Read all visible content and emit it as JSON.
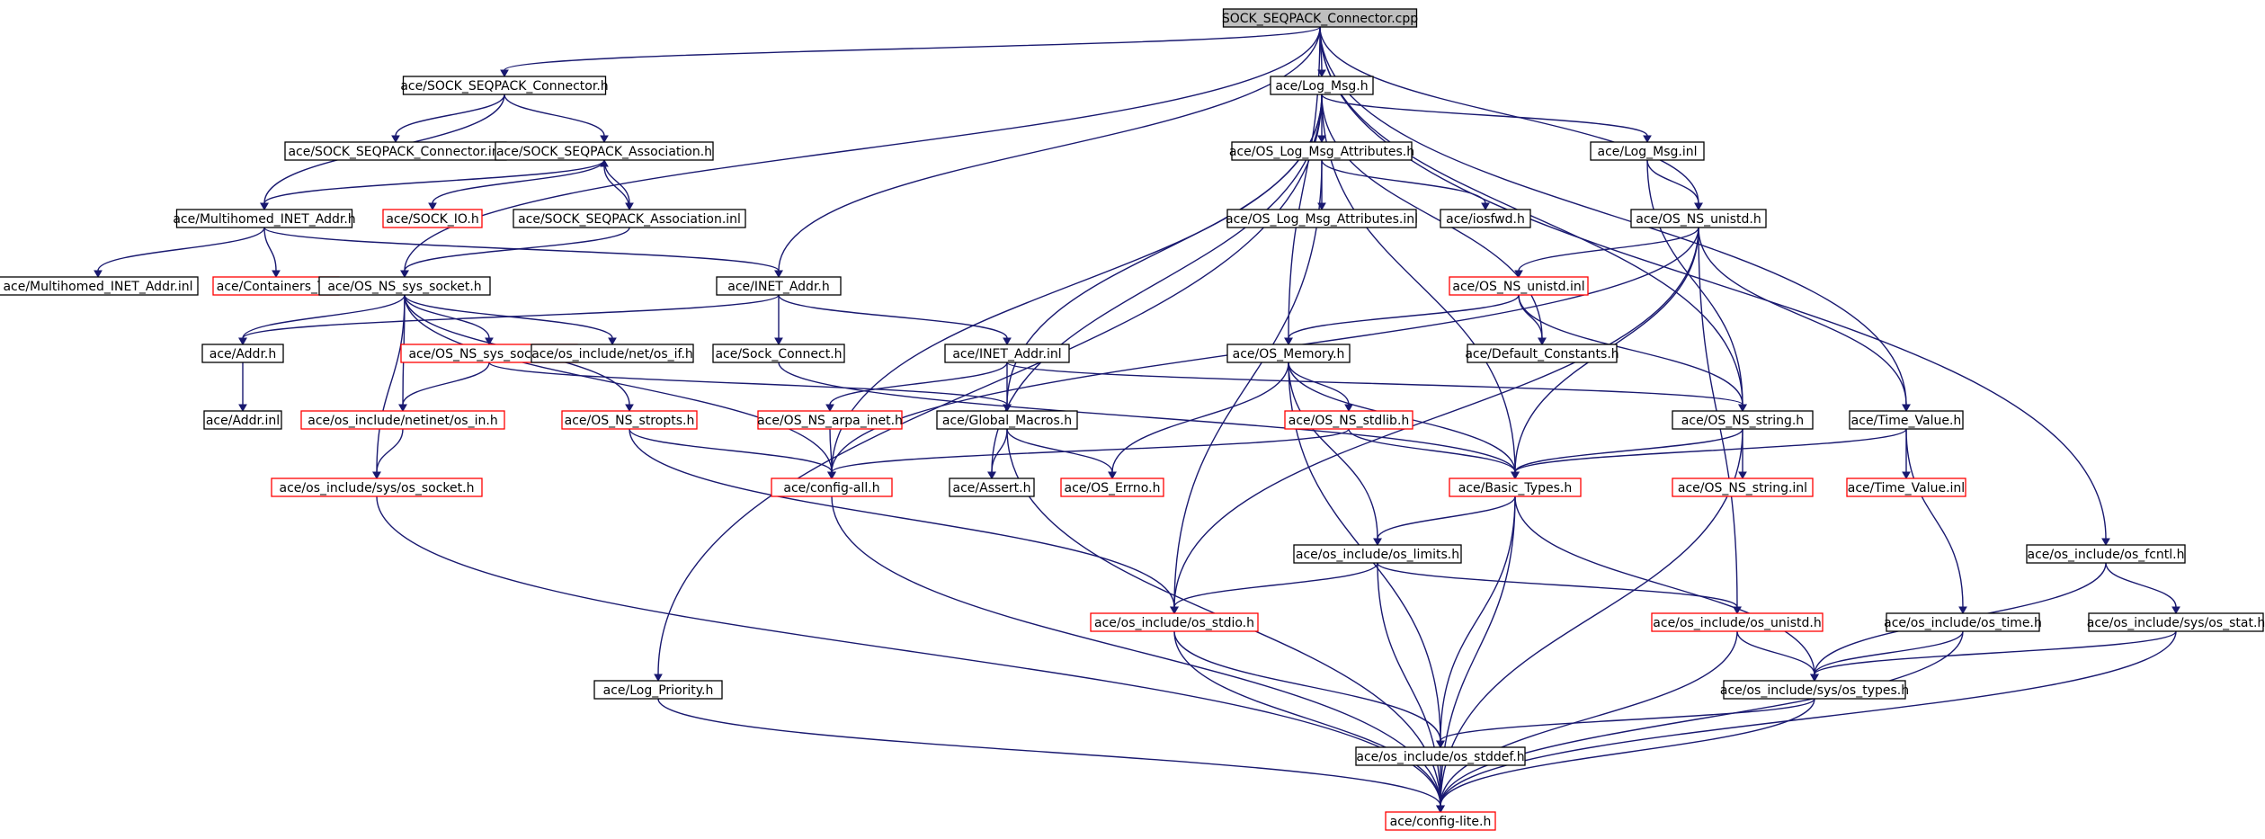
{
  "diagram": {
    "colors": {
      "root_fill": "#bfbfbf",
      "documented_border": "#000000",
      "undocumented_border": "#ff0000",
      "node_fill": "#ffffff",
      "edge": "#191970"
    },
    "nodes": [
      {
        "id": "n0",
        "label": "SOCK_SEQPACK_Connector.cpp",
        "style": "root"
      },
      {
        "id": "n1",
        "label": "ace/SOCK_SEQPACK_Connector.h",
        "style": "normal"
      },
      {
        "id": "n2",
        "label": "ace/SOCK_SEQPACK_Connector.inl",
        "style": "normal"
      },
      {
        "id": "n3",
        "label": "ace/SOCK_SEQPACK_Association.h",
        "style": "normal"
      },
      {
        "id": "n4",
        "label": "ace/Multihomed_INET_Addr.h",
        "style": "normal"
      },
      {
        "id": "n5",
        "label": "ace/SOCK_IO.h",
        "style": "red"
      },
      {
        "id": "n6",
        "label": "ace/SOCK_SEQPACK_Association.inl",
        "style": "normal"
      },
      {
        "id": "n7",
        "label": "ace/Multihomed_INET_Addr.inl",
        "style": "normal"
      },
      {
        "id": "n8",
        "label": "ace/Containers_T.h",
        "style": "red"
      },
      {
        "id": "n9",
        "label": "ace/OS_NS_sys_socket.h",
        "style": "normal"
      },
      {
        "id": "n10",
        "label": "ace/INET_Addr.h",
        "style": "normal"
      },
      {
        "id": "n11",
        "label": "ace/Addr.h",
        "style": "normal"
      },
      {
        "id": "n12",
        "label": "ace/OS_NS_sys_socket.inl",
        "style": "red"
      },
      {
        "id": "n13",
        "label": "ace/os_include/net/os_if.h",
        "style": "normal"
      },
      {
        "id": "n14",
        "label": "ace/Sock_Connect.h",
        "style": "normal"
      },
      {
        "id": "n15",
        "label": "ace/INET_Addr.inl",
        "style": "normal"
      },
      {
        "id": "n16",
        "label": "ace/Addr.inl",
        "style": "normal"
      },
      {
        "id": "n17",
        "label": "ace/os_include/netinet/os_in.h",
        "style": "red"
      },
      {
        "id": "n18",
        "label": "ace/OS_NS_stropts.h",
        "style": "red"
      },
      {
        "id": "n19",
        "label": "ace/OS_NS_arpa_inet.h",
        "style": "red"
      },
      {
        "id": "n20",
        "label": "ace/Global_Macros.h",
        "style": "normal"
      },
      {
        "id": "n21",
        "label": "ace/os_include/sys/os_socket.h",
        "style": "red"
      },
      {
        "id": "n22",
        "label": "ace/config-all.h",
        "style": "red"
      },
      {
        "id": "n23",
        "label": "ace/Assert.h",
        "style": "normal"
      },
      {
        "id": "n24",
        "label": "ace/OS_Errno.h",
        "style": "red"
      },
      {
        "id": "n25",
        "label": "ace/Log_Msg.h",
        "style": "normal"
      },
      {
        "id": "n26",
        "label": "ace/OS_Log_Msg_Attributes.h",
        "style": "normal"
      },
      {
        "id": "n27",
        "label": "ace/Log_Msg.inl",
        "style": "normal"
      },
      {
        "id": "n28",
        "label": "ace/OS_Log_Msg_Attributes.inl",
        "style": "normal"
      },
      {
        "id": "n29",
        "label": "ace/iosfwd.h",
        "style": "normal"
      },
      {
        "id": "n30",
        "label": "ace/OS_NS_unistd.h",
        "style": "normal"
      },
      {
        "id": "n31",
        "label": "ace/OS_NS_unistd.inl",
        "style": "red"
      },
      {
        "id": "n32",
        "label": "ace/OS_Memory.h",
        "style": "normal"
      },
      {
        "id": "n33",
        "label": "ace/Default_Constants.h",
        "style": "normal"
      },
      {
        "id": "n34",
        "label": "ace/OS_NS_stdlib.h",
        "style": "red"
      },
      {
        "id": "n35",
        "label": "ace/OS_NS_string.h",
        "style": "normal"
      },
      {
        "id": "n36",
        "label": "ace/Time_Value.h",
        "style": "normal"
      },
      {
        "id": "n37",
        "label": "ace/Basic_Types.h",
        "style": "red"
      },
      {
        "id": "n38",
        "label": "ace/OS_NS_string.inl",
        "style": "red"
      },
      {
        "id": "n39",
        "label": "ace/Time_Value.inl",
        "style": "red"
      },
      {
        "id": "n40",
        "label": "ace/os_include/os_limits.h",
        "style": "normal"
      },
      {
        "id": "n41",
        "label": "ace/os_include/os_fcntl.h",
        "style": "normal"
      },
      {
        "id": "n42",
        "label": "ace/os_include/os_stdio.h",
        "style": "red"
      },
      {
        "id": "n43",
        "label": "ace/os_include/os_unistd.h",
        "style": "red"
      },
      {
        "id": "n44",
        "label": "ace/os_include/os_time.h",
        "style": "normal"
      },
      {
        "id": "n45",
        "label": "ace/os_include/sys/os_stat.h",
        "style": "normal"
      },
      {
        "id": "n46",
        "label": "ace/Log_Priority.h",
        "style": "normal"
      },
      {
        "id": "n47",
        "label": "ace/os_include/sys/os_types.h",
        "style": "normal"
      },
      {
        "id": "n48",
        "label": "ace/os_include/os_stddef.h",
        "style": "normal"
      },
      {
        "id": "n49",
        "label": "ace/config-lite.h",
        "style": "red"
      }
    ],
    "edges": [
      [
        "n0",
        "n1"
      ],
      [
        "n0",
        "n25"
      ],
      [
        "n0",
        "n9"
      ],
      [
        "n0",
        "n10"
      ],
      [
        "n0",
        "n32"
      ],
      [
        "n0",
        "n30"
      ],
      [
        "n0",
        "n35"
      ],
      [
        "n0",
        "n36"
      ],
      [
        "n0",
        "n41"
      ],
      [
        "n1",
        "n2"
      ],
      [
        "n1",
        "n3"
      ],
      [
        "n1",
        "n4"
      ],
      [
        "n3",
        "n4"
      ],
      [
        "n3",
        "n5"
      ],
      [
        "n3",
        "n6"
      ],
      [
        "n6",
        "n3"
      ],
      [
        "n6",
        "n9"
      ],
      [
        "n4",
        "n7"
      ],
      [
        "n4",
        "n8"
      ],
      [
        "n4",
        "n10"
      ],
      [
        "n9",
        "n11"
      ],
      [
        "n9",
        "n12"
      ],
      [
        "n9",
        "n13"
      ],
      [
        "n9",
        "n17"
      ],
      [
        "n9",
        "n18"
      ],
      [
        "n9",
        "n21"
      ],
      [
        "n9",
        "n22"
      ],
      [
        "n10",
        "n11"
      ],
      [
        "n10",
        "n14"
      ],
      [
        "n10",
        "n15"
      ],
      [
        "n11",
        "n16"
      ],
      [
        "n12",
        "n17"
      ],
      [
        "n12",
        "n20"
      ],
      [
        "n17",
        "n21"
      ],
      [
        "n14",
        "n37"
      ],
      [
        "n15",
        "n19"
      ],
      [
        "n15",
        "n20"
      ],
      [
        "n15",
        "n35"
      ],
      [
        "n18",
        "n22"
      ],
      [
        "n18",
        "n42"
      ],
      [
        "n19",
        "n22"
      ],
      [
        "n20",
        "n23"
      ],
      [
        "n20",
        "n24"
      ],
      [
        "n20",
        "n49"
      ],
      [
        "n21",
        "n49"
      ],
      [
        "n22",
        "n49"
      ],
      [
        "n25",
        "n26"
      ],
      [
        "n25",
        "n27"
      ],
      [
        "n25",
        "n20"
      ],
      [
        "n25",
        "n23"
      ],
      [
        "n25",
        "n22"
      ],
      [
        "n25",
        "n33"
      ],
      [
        "n25",
        "n37"
      ],
      [
        "n25",
        "n46"
      ],
      [
        "n26",
        "n28"
      ],
      [
        "n26",
        "n29"
      ],
      [
        "n26",
        "n42"
      ],
      [
        "n27",
        "n30"
      ],
      [
        "n27",
        "n35"
      ],
      [
        "n30",
        "n31"
      ],
      [
        "n30",
        "n22"
      ],
      [
        "n30",
        "n37"
      ],
      [
        "n30",
        "n36"
      ],
      [
        "n30",
        "n42"
      ],
      [
        "n30",
        "n43"
      ],
      [
        "n31",
        "n32"
      ],
      [
        "n31",
        "n33"
      ],
      [
        "n31",
        "n35"
      ],
      [
        "n32",
        "n34"
      ],
      [
        "n32",
        "n24"
      ],
      [
        "n32",
        "n37"
      ],
      [
        "n32",
        "n40"
      ],
      [
        "n32",
        "n48"
      ],
      [
        "n34",
        "n22"
      ],
      [
        "n34",
        "n37"
      ],
      [
        "n35",
        "n37"
      ],
      [
        "n35",
        "n38"
      ],
      [
        "n35",
        "n49"
      ],
      [
        "n36",
        "n37"
      ],
      [
        "n36",
        "n39"
      ],
      [
        "n36",
        "n44"
      ],
      [
        "n37",
        "n40"
      ],
      [
        "n37",
        "n47"
      ],
      [
        "n37",
        "n48"
      ],
      [
        "n37",
        "n49"
      ],
      [
        "n40",
        "n42"
      ],
      [
        "n40",
        "n43"
      ],
      [
        "n40",
        "n49"
      ],
      [
        "n41",
        "n47"
      ],
      [
        "n41",
        "n45"
      ],
      [
        "n42",
        "n48"
      ],
      [
        "n42",
        "n49"
      ],
      [
        "n43",
        "n47"
      ],
      [
        "n43",
        "n49"
      ],
      [
        "n44",
        "n47"
      ],
      [
        "n44",
        "n49"
      ],
      [
        "n45",
        "n47"
      ],
      [
        "n45",
        "n49"
      ],
      [
        "n46",
        "n49"
      ],
      [
        "n47",
        "n48"
      ],
      [
        "n47",
        "n49"
      ],
      [
        "n48",
        "n49"
      ]
    ]
  }
}
